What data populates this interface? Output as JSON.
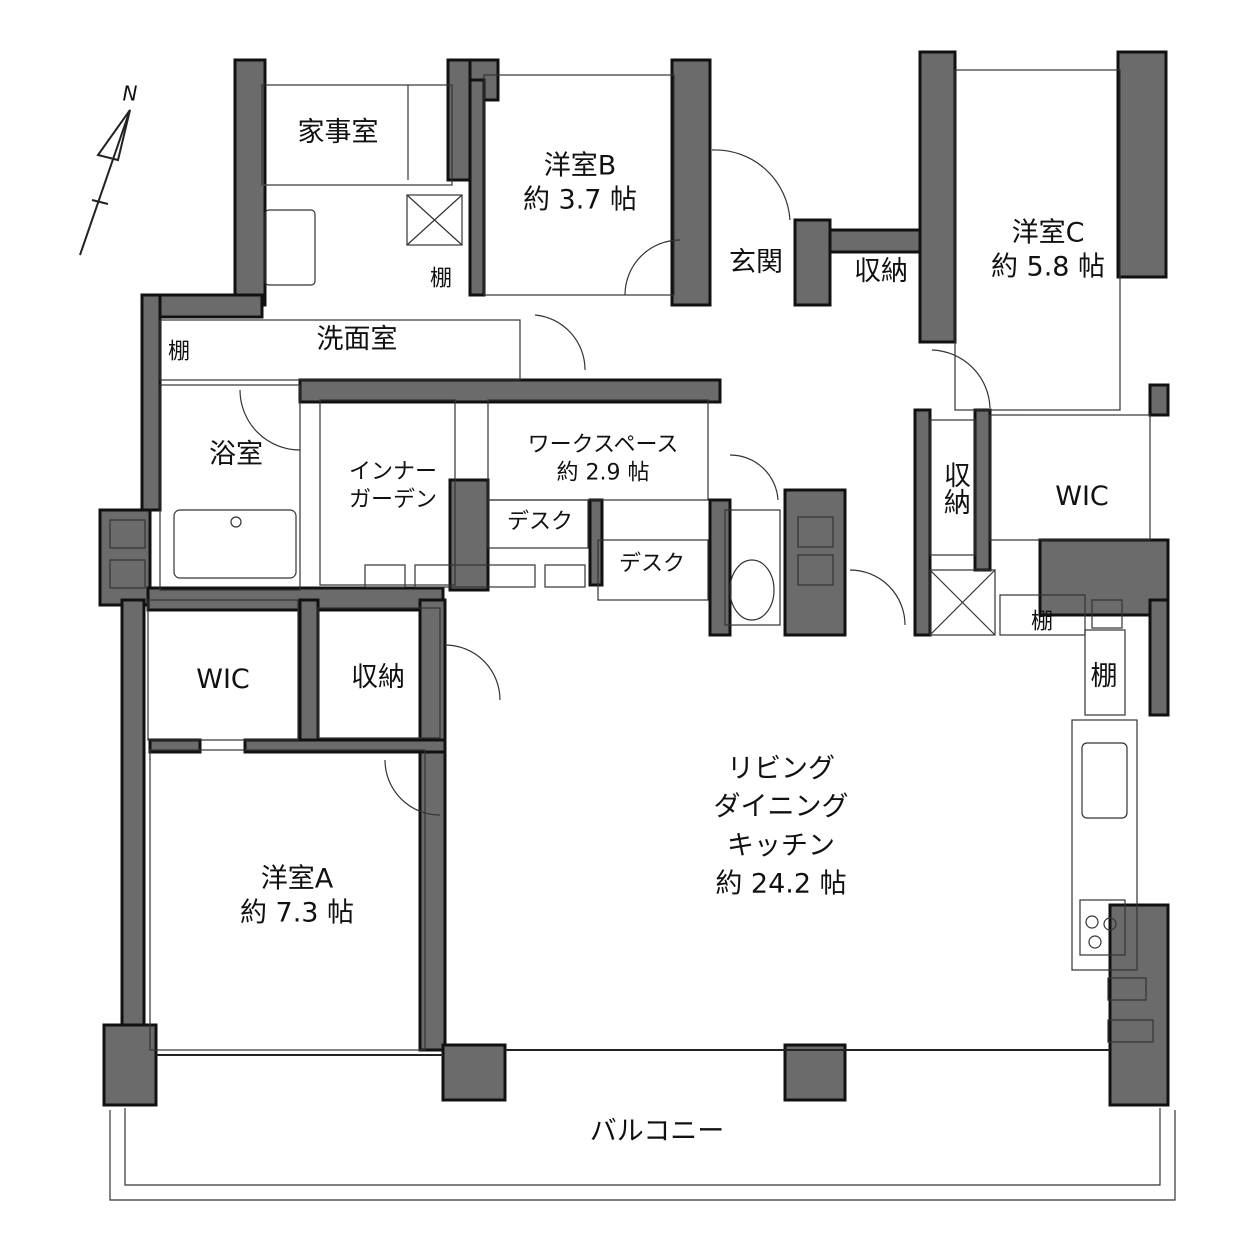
{
  "compass": {
    "label": "N"
  },
  "rooms": {
    "kajishitsu": "家事室",
    "western_b": {
      "name": "洋室B",
      "size": "約 3.7 帖"
    },
    "genkan": "玄関",
    "storage_entry": "収納",
    "western_c": {
      "name": "洋室C",
      "size": "約 5.8 帖"
    },
    "shelf_wash": "棚",
    "senmenshitsu": "洗面室",
    "shelf_left": "棚",
    "bathroom": "浴室",
    "inner_garden": {
      "line1": "インナー",
      "line2": "ガーデン"
    },
    "workspace": {
      "name": "ワークスペース",
      "size": "約 2.9 帖"
    },
    "desk1": "デスク",
    "desk2": "デスク",
    "storage_hall": "収納",
    "wic_c": "WIC",
    "wic_a": "WIC",
    "storage_a": "収納",
    "shelf_k1": "棚",
    "shelf_k2": "棚",
    "ldk": {
      "line1": "リビング",
      "line2": "ダイニング",
      "line3": "キッチン",
      "size": "約 24.2 帖"
    },
    "western_a": {
      "name": "洋室A",
      "size": "約 7.3 帖"
    },
    "balcony": "バルコニー"
  }
}
